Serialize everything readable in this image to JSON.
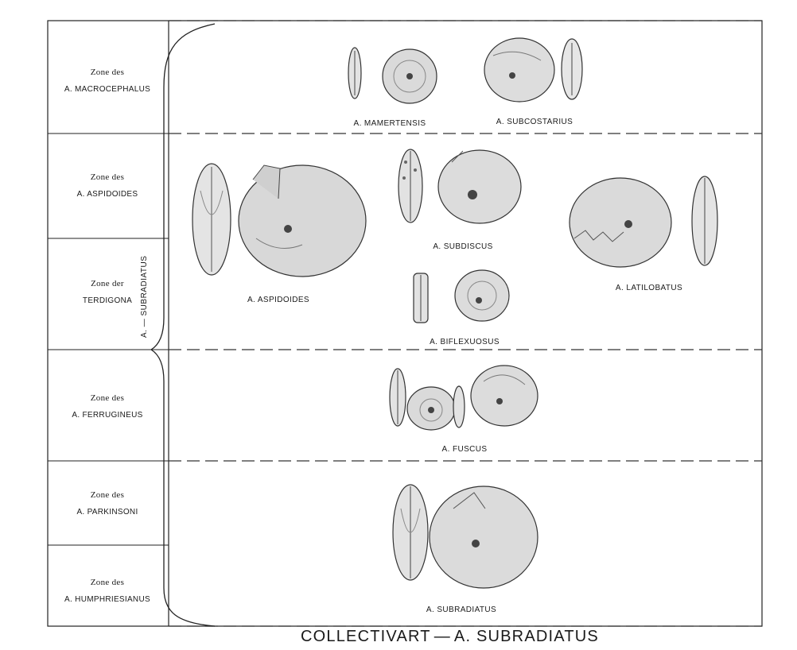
{
  "zones": [
    {
      "prefix": "Zone des",
      "species": "A. MACROCEPHALUS"
    },
    {
      "prefix": "Zone des",
      "species": "A. ASPIDOIDES"
    },
    {
      "prefix": "Zone der",
      "species": "TERDIGONA"
    },
    {
      "prefix": "Zone des",
      "species": "A. FERRUGINEUS"
    },
    {
      "prefix": "Zone des",
      "species": "A. PARKINSONI"
    },
    {
      "prefix": "Zone des",
      "species": "A. HUMPHRIESIANUS"
    }
  ],
  "fossils": {
    "mamertensis": "A. MAMERTENSIS",
    "subcostarius": "A. SUBCOSTARIUS",
    "aspidoides": "A. ASPIDOIDES",
    "subdiscus": "A. SUBDISCUS",
    "latilobatus": "A. LATILOBATUS",
    "biflexuosus": "A. BIFLEXUOSUS",
    "fuscus": "A. FUSCUS",
    "subradiatus": "A. SUBRADIATUS"
  },
  "group_label": {
    "prefix": "A.",
    "name": "SUBRADIATUS"
  },
  "footer": {
    "left": "COLLECTIVART",
    "dash": "—",
    "right": "A. SUBRADIATUS"
  }
}
